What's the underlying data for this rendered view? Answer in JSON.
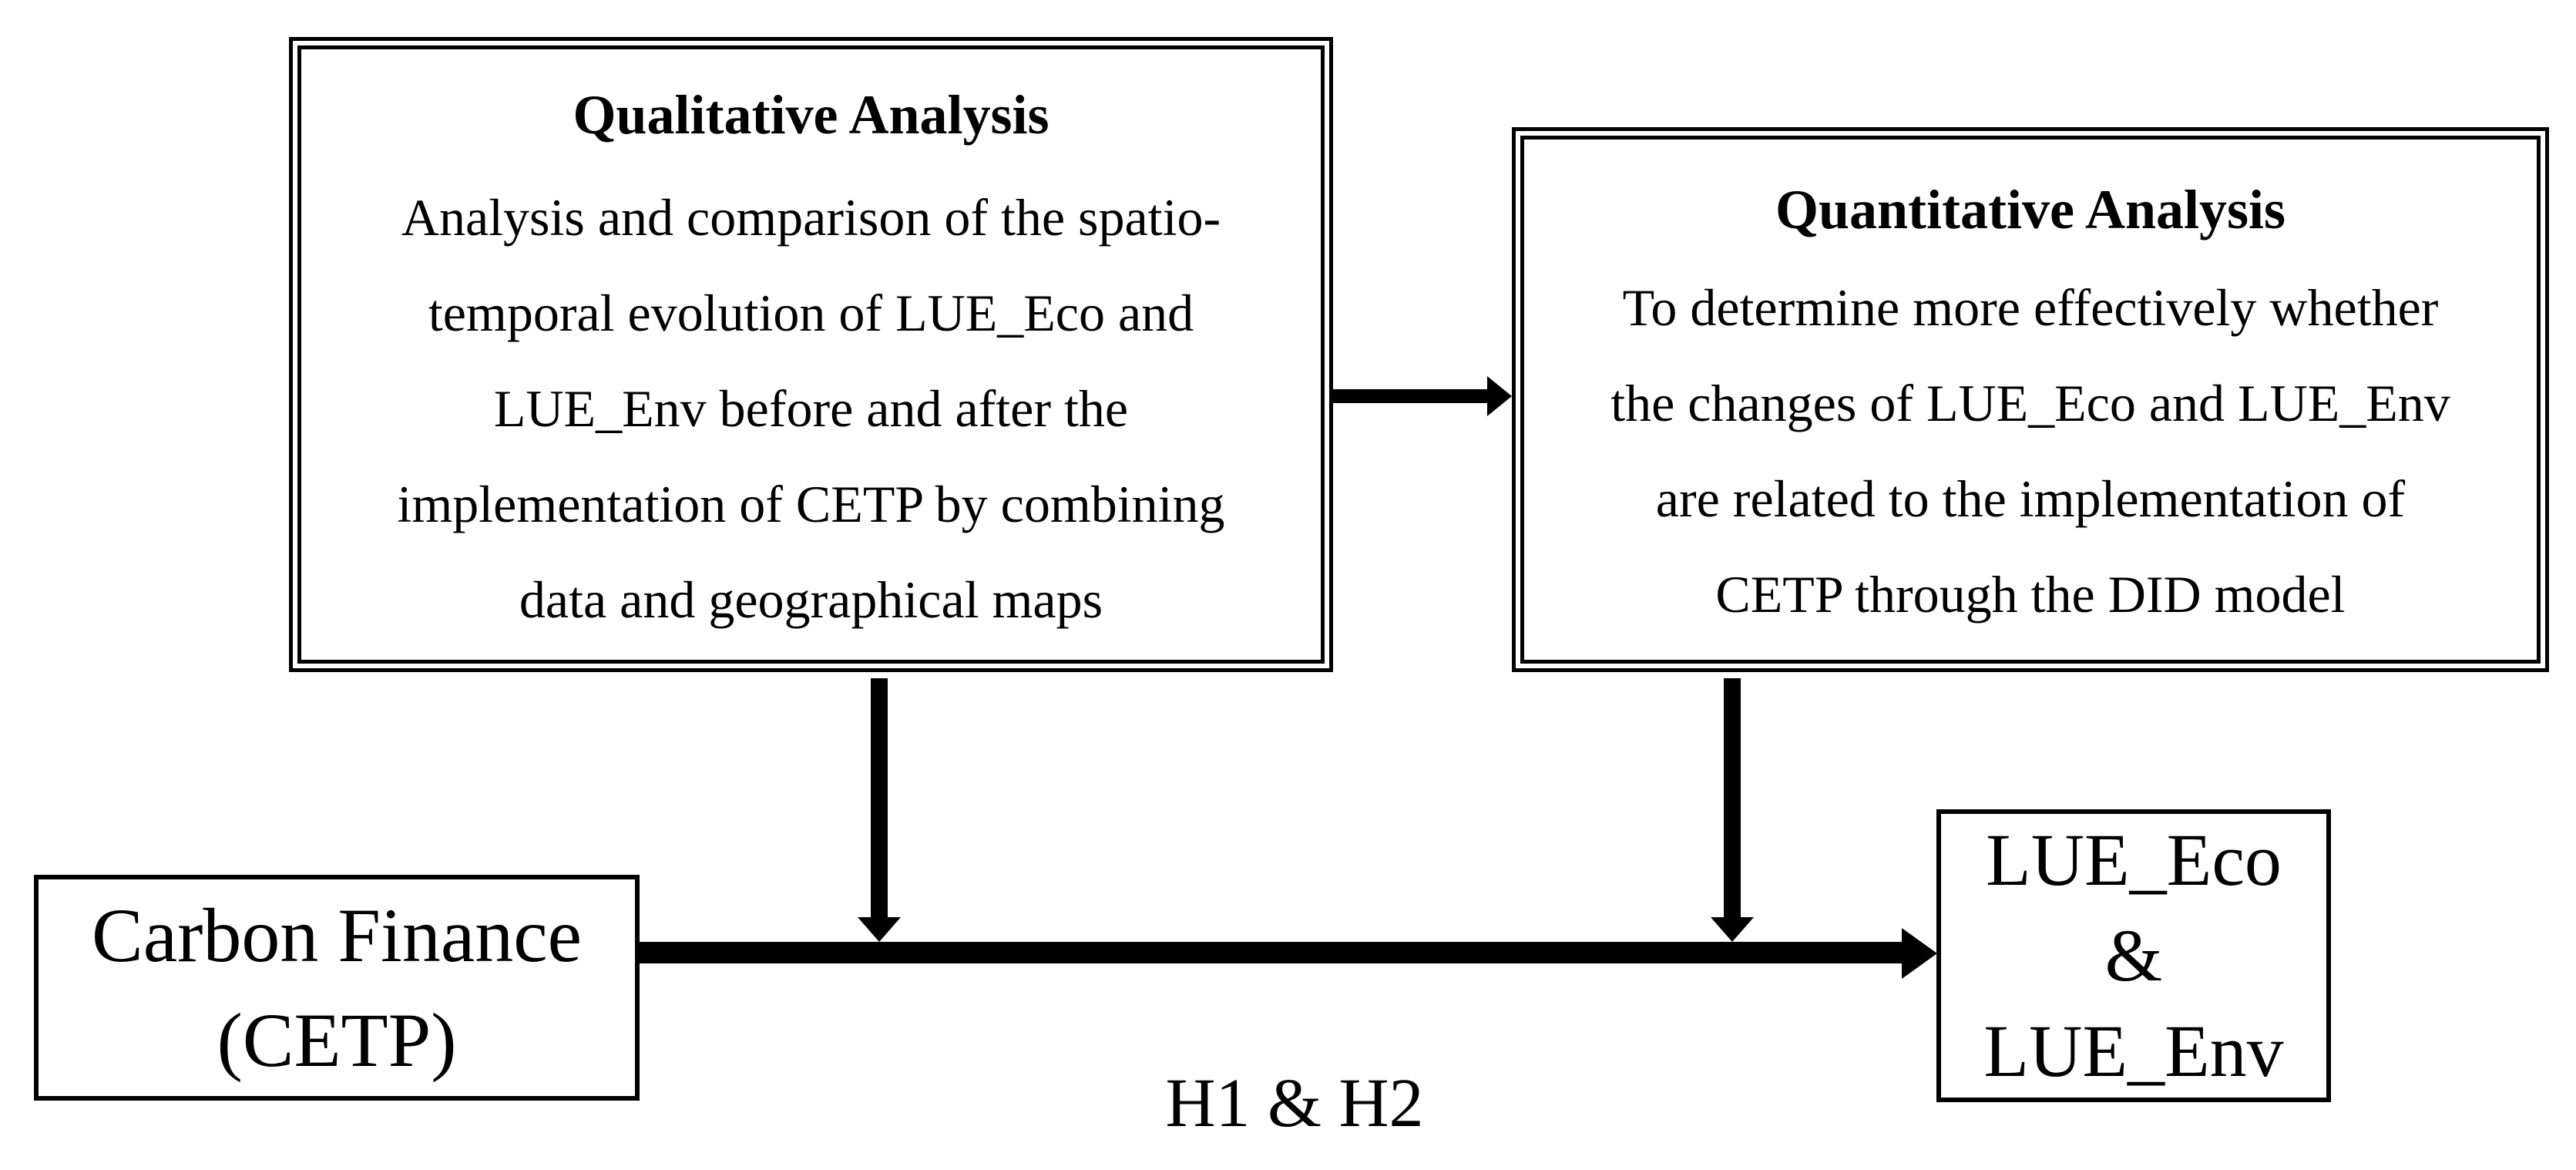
{
  "diagram": {
    "qualitative_box": {
      "title": "Qualitative Analysis",
      "lines": [
        "Analysis and comparison of the spatio-",
        "temporal evolution of LUE_Eco and",
        "LUE_Env before and after the",
        "implementation of CETP by combining",
        "data and geographical maps"
      ]
    },
    "quantitative_box": {
      "title": "Quantitative Analysis",
      "lines": [
        "To determine more effectively whether",
        "the changes of LUE_Eco and LUE_Env",
        "are related to the implementation of",
        "CETP through the DID model"
      ]
    },
    "carbon_box": {
      "lines": [
        "Carbon Finance",
        "(CETP)"
      ]
    },
    "lue_box": {
      "lines": [
        "LUE_Eco",
        "&",
        "LUE_Env"
      ]
    },
    "hypothesis_label": "H1 & H2",
    "colors": {
      "ink": "#000000",
      "background": "#ffffff"
    }
  }
}
